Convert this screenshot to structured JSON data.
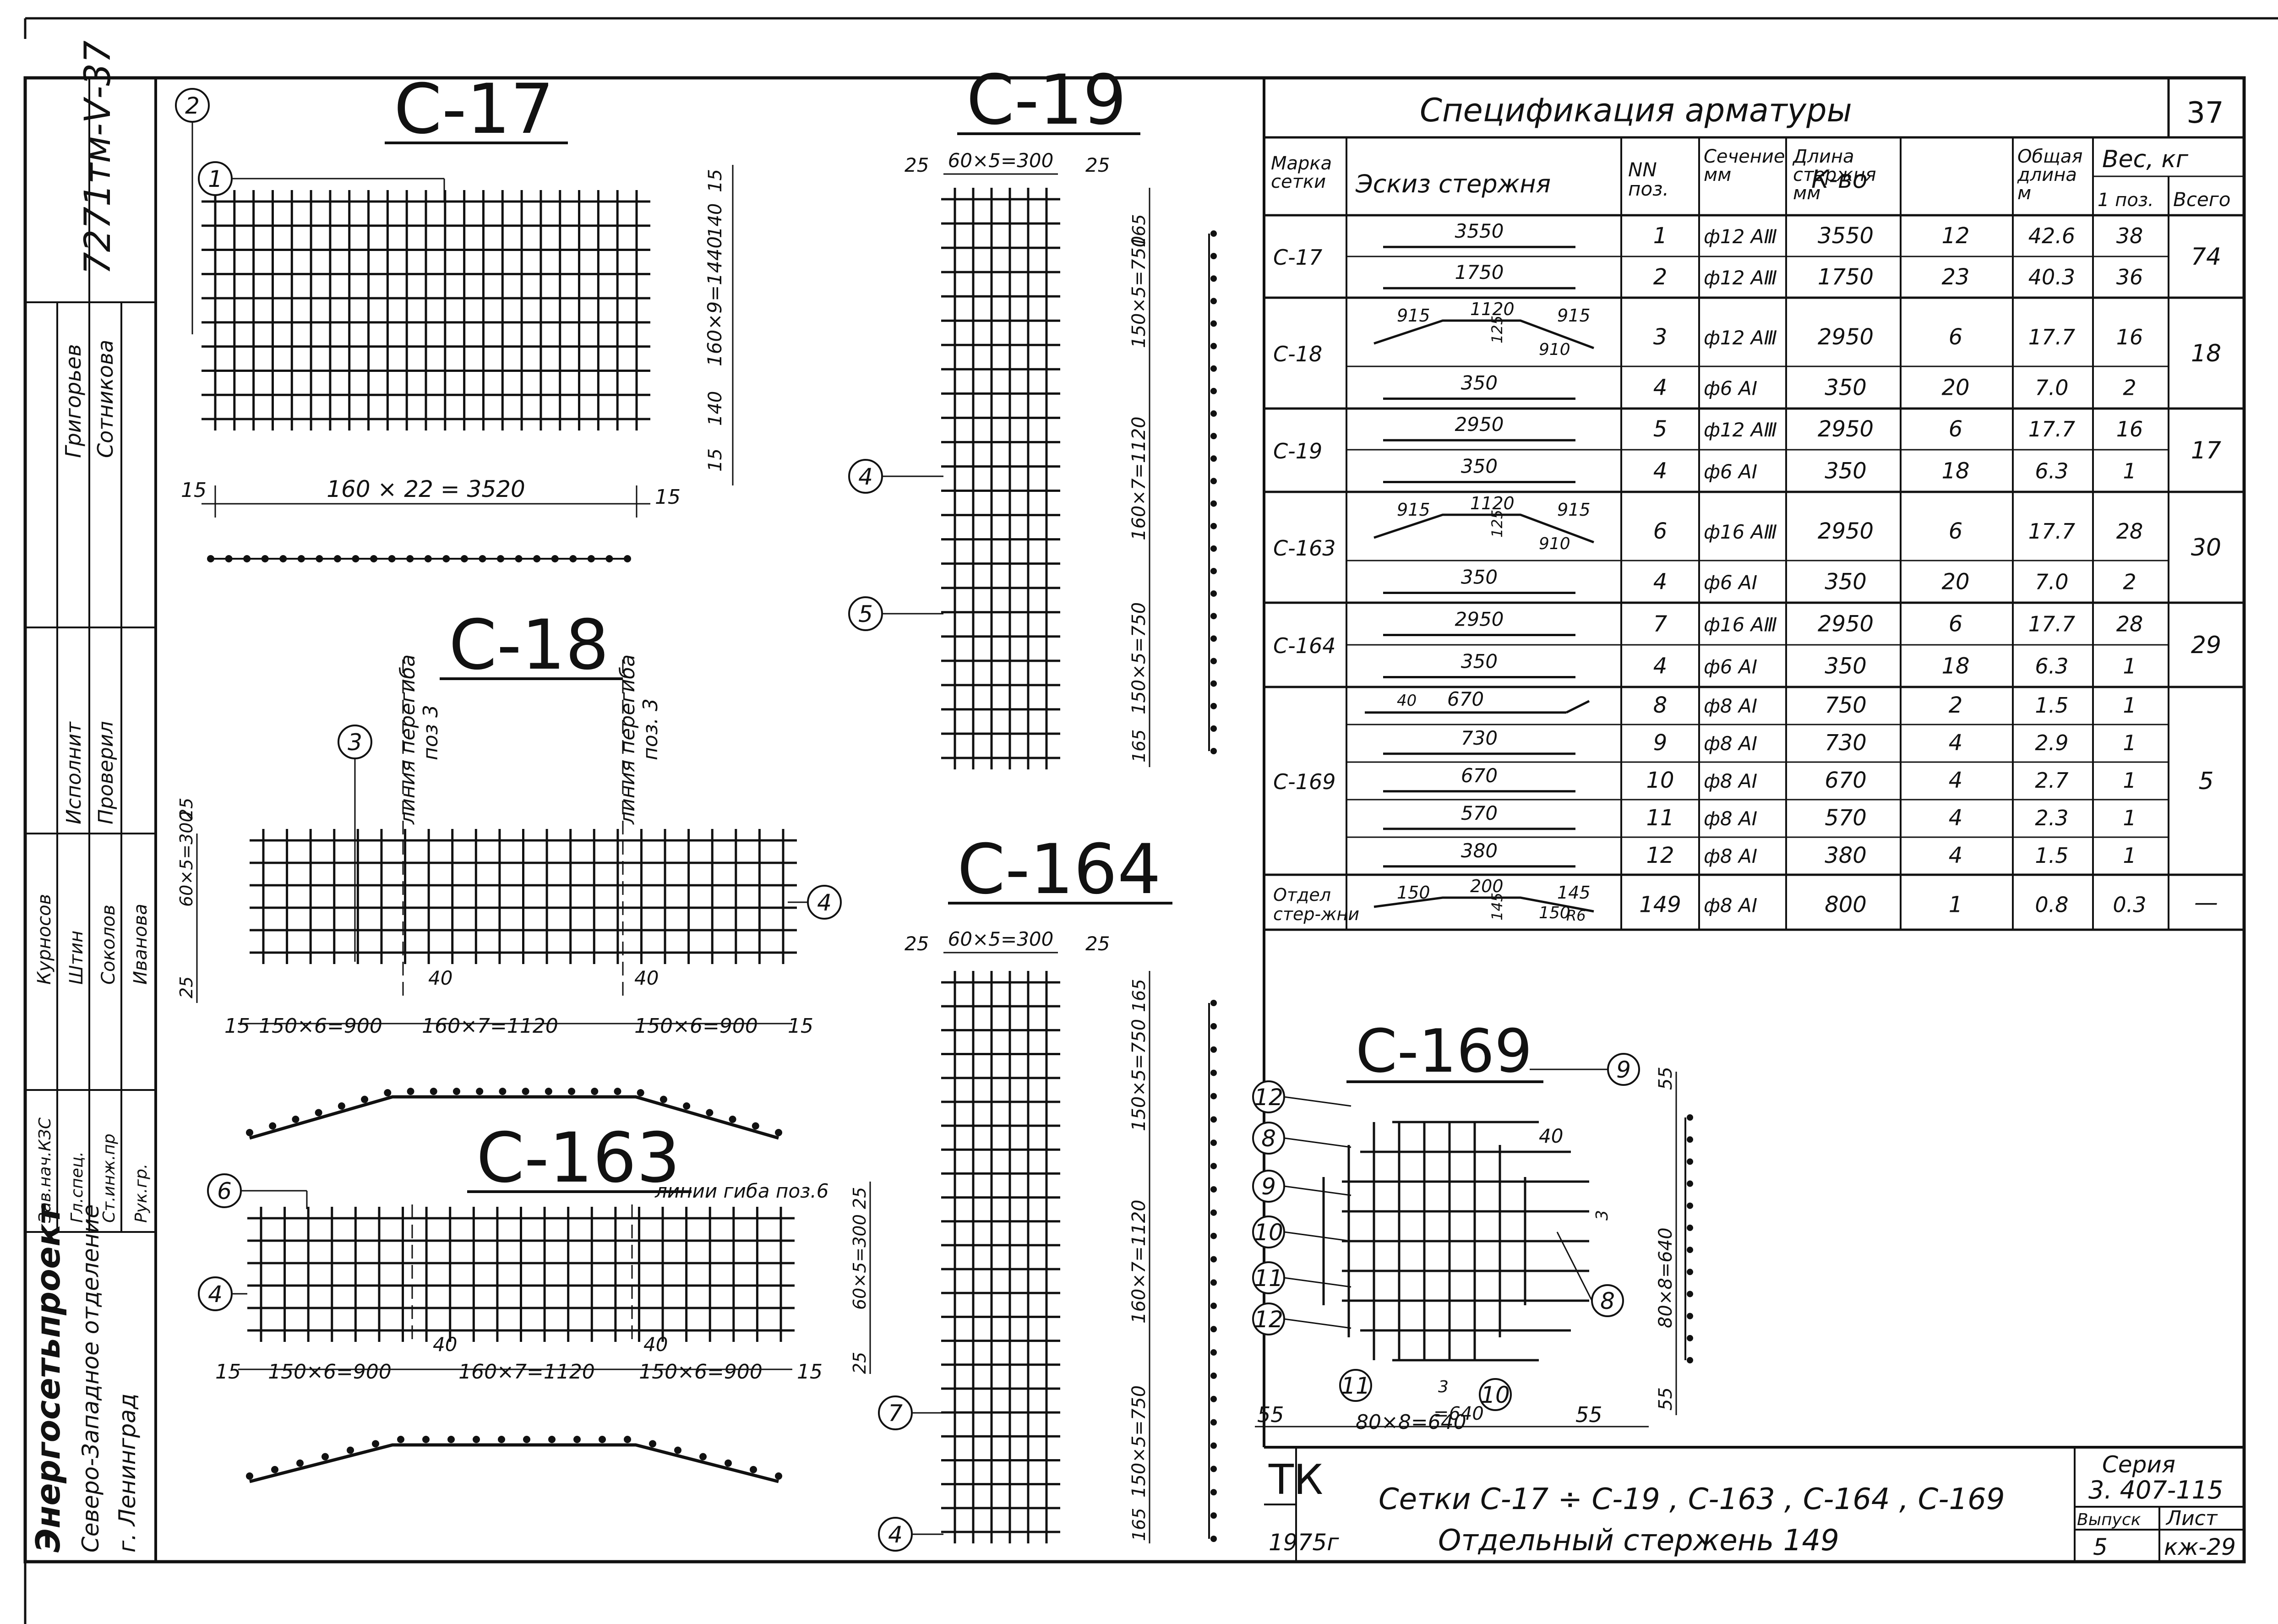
{
  "sheet": {
    "doc_code": "7271тм-Ⅴ-37",
    "org": "Энергосетьпроект",
    "branch": "Северо-Западное отделение",
    "city": "г. Ленинград",
    "sheet_number": "37",
    "stamp": {
      "sig_top": [
        "Григорьев",
        "Сотникова"
      ],
      "roles_top": [
        "Исполнит",
        "Проверил"
      ],
      "roles_bottom": [
        "Зав.нач.КЗС",
        "Гл.спец.",
        "Ст.инж.пр",
        "Рук.гр."
      ],
      "names_bottom": [
        "Курносов",
        "Штин",
        "Соколов",
        "Иванова"
      ]
    },
    "title": {
      "tk": "ТК",
      "year": "1975г",
      "line1": "Сетки  С-17 ÷ С-19 ,  С-163 ,  С-164 ,  С-169",
      "line2": "Отдельный  стержень  149",
      "series_label": "Серия",
      "series": "3. 407-115",
      "vypusk_label": "Выпуск",
      "vypusk": "5",
      "list_label": "Лист",
      "list": "кж-29"
    }
  },
  "views": {
    "c17": {
      "title": "С-17",
      "dims": [
        "15",
        "160 × 22 = 3520",
        "15",
        "15",
        "140",
        "160×9=1440",
        "140",
        "15"
      ],
      "callouts": [
        "2",
        "1"
      ]
    },
    "c18": {
      "title": "С-18",
      "dims": [
        "25",
        "60×5=300",
        "25",
        "15",
        "150×6=900",
        "160×7=1120",
        "150×6=900",
        "15",
        "40",
        "40"
      ],
      "callouts": [
        "3",
        "4"
      ],
      "bend_label": "линия перегиба",
      "bend_pos": "поз 3",
      "bend_label2": "линия перегиба",
      "bend_pos2": "поз. 3"
    },
    "c163": {
      "title": "С-163",
      "dims": [
        "15",
        "150×6=900",
        "160×7=1120",
        "150×6=900",
        "15",
        "25",
        "60×5=300",
        "25",
        "40",
        "40"
      ],
      "callouts": [
        "6",
        "4"
      ],
      "bend_label": "линии гиба поз.6"
    },
    "c19": {
      "title": "С-19",
      "dims": [
        "25",
        "60×5=300",
        "25",
        "165",
        "150×5=750",
        "160×7=1120",
        "150×5=750",
        "165"
      ],
      "callouts": [
        "4",
        "5"
      ]
    },
    "c164": {
      "title": "С-164",
      "dims": [
        "25",
        "60×5=300",
        "25",
        "165",
        "150×5=750",
        "160×7=1120",
        "150×5=750",
        "165"
      ],
      "callouts": [
        "7",
        "4"
      ]
    },
    "c169": {
      "title": "С-169",
      "dims": [
        "55",
        "80×8=640",
        "55",
        "40",
        "3",
        "80×8=640",
        "55",
        "55",
        "3",
        "=640"
      ],
      "callouts": [
        "12",
        "8",
        "9",
        "10",
        "11",
        "12",
        "9",
        "8",
        "11",
        "10"
      ]
    }
  },
  "spec": {
    "title": "Спецификация   арматуры",
    "headers": {
      "marka": "Марка сетки",
      "eskiz": "Эскиз  стержня",
      "nn": "NN поз.",
      "sech": "Сечение мм",
      "dlina": "Длина стержня мм",
      "kvo": "К-во",
      "obsh": "Общая длина м",
      "ves": "Вес, кг",
      "ves1": "1 поз.",
      "vsego": "Всего"
    },
    "groups": [
      {
        "mark": "С-17",
        "total": "74",
        "rows": [
          {
            "sketch": "3550",
            "pos": "1",
            "sec": "ф12 АⅢ",
            "len": "3550",
            "qty": "12",
            "tl": "42.6",
            "w": "38"
          },
          {
            "sketch": "1750",
            "pos": "2",
            "sec": "ф12 АⅢ",
            "len": "1750",
            "qty": "23",
            "tl": "40.3",
            "w": "36"
          }
        ]
      },
      {
        "mark": "С-18",
        "total": "18",
        "rows": [
          {
            "sketch": "915 1120 915 125 910",
            "pos": "3",
            "sec": "ф12 АⅢ",
            "len": "2950",
            "qty": "6",
            "tl": "17.7",
            "w": "16"
          },
          {
            "sketch": "350",
            "pos": "4",
            "sec": "ф6 АⅠ",
            "len": "350",
            "qty": "20",
            "tl": "7.0",
            "w": "2"
          }
        ]
      },
      {
        "mark": "С-19",
        "total": "17",
        "rows": [
          {
            "sketch": "2950",
            "pos": "5",
            "sec": "ф12 АⅢ",
            "len": "2950",
            "qty": "6",
            "tl": "17.7",
            "w": "16"
          },
          {
            "sketch": "350",
            "pos": "4",
            "sec": "ф6 АⅠ",
            "len": "350",
            "qty": "18",
            "tl": "6.3",
            "w": "1"
          }
        ]
      },
      {
        "mark": "С-163",
        "total": "30",
        "rows": [
          {
            "sketch": "915 1120 915 125 910",
            "pos": "6",
            "sec": "ф16 АⅢ",
            "len": "2950",
            "qty": "6",
            "tl": "17.7",
            "w": "28"
          },
          {
            "sketch": "350",
            "pos": "4",
            "sec": "ф6 АⅠ",
            "len": "350",
            "qty": "20",
            "tl": "7.0",
            "w": "2"
          }
        ]
      },
      {
        "mark": "С-164",
        "total": "29",
        "rows": [
          {
            "sketch": "2950",
            "pos": "7",
            "sec": "ф16 АⅢ",
            "len": "2950",
            "qty": "6",
            "tl": "17.7",
            "w": "28"
          },
          {
            "sketch": "350",
            "pos": "4",
            "sec": "ф6 АⅠ",
            "len": "350",
            "qty": "18",
            "tl": "6.3",
            "w": "1"
          }
        ]
      },
      {
        "mark": "С-169",
        "total": "5",
        "rows": [
          {
            "sketch": "40 670",
            "pos": "8",
            "sec": "ф8 АⅠ",
            "len": "750",
            "qty": "2",
            "tl": "1.5",
            "w": "1"
          },
          {
            "sketch": "730",
            "pos": "9",
            "sec": "ф8 АⅠ",
            "len": "730",
            "qty": "4",
            "tl": "2.9",
            "w": "1"
          },
          {
            "sketch": "670",
            "pos": "10",
            "sec": "ф8 АⅠ",
            "len": "670",
            "qty": "4",
            "tl": "2.7",
            "w": "1"
          },
          {
            "sketch": "570",
            "pos": "11",
            "sec": "ф8 АⅠ",
            "len": "570",
            "qty": "4",
            "tl": "2.3",
            "w": "1"
          },
          {
            "sketch": "380",
            "pos": "12",
            "sec": "ф8 АⅠ",
            "len": "380",
            "qty": "4",
            "tl": "1.5",
            "w": "1"
          }
        ]
      },
      {
        "mark": "Отдел стер-жни",
        "total": "—",
        "rows": [
          {
            "sketch": "150 200 145 145 150 R6",
            "pos": "149",
            "sec": "ф8 АⅠ",
            "len": "800",
            "qty": "1",
            "tl": "0.8",
            "w": "0.3"
          }
        ]
      }
    ]
  }
}
